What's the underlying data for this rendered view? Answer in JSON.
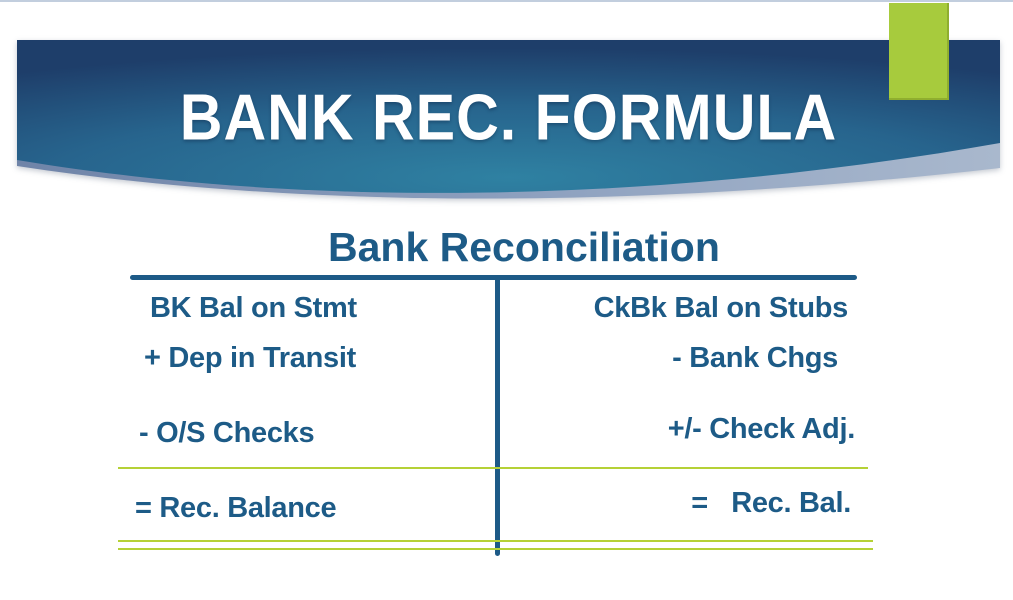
{
  "slide": {
    "banner": {
      "title": "BANK REC. FORMULA"
    },
    "heading": "Bank Reconciliation",
    "t_account": {
      "left_rows": [
        "BK Bal on Stmt",
        "+ Dep in Transit",
        "- O/S Checks",
        "= Rec. Balance"
      ],
      "right_rows": [
        "CkBk Bal on Stubs",
        "- Bank Chgs",
        "+/- Check Adj.",
        "=   Rec. Bal."
      ]
    },
    "colors": {
      "accent_green": "#a7cb3d",
      "rule_green": "#b5d136",
      "text_blue": "#1d5b87",
      "line_blue": "#1d5a87",
      "banner_navy": "#1e3e6a",
      "banner_teal": "#2f81a2",
      "swoosh_blue": "#8fa2c0",
      "title_white": "#ffffff"
    }
  }
}
